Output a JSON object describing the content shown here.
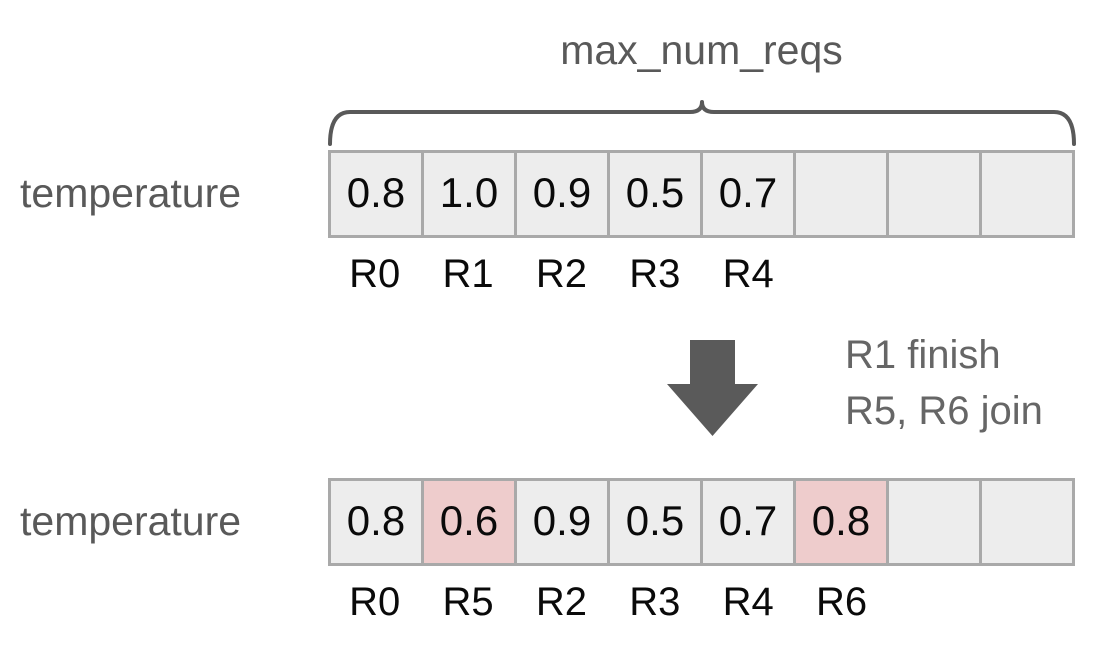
{
  "diagram": {
    "brace_caption": "max_num_reqs",
    "before": {
      "row_label": "temperature",
      "cells": [
        {
          "value": "0.8",
          "highlight": false
        },
        {
          "value": "1.0",
          "highlight": false
        },
        {
          "value": "0.9",
          "highlight": false
        },
        {
          "value": "0.5",
          "highlight": false
        },
        {
          "value": "0.7",
          "highlight": false
        },
        {
          "value": "",
          "highlight": false
        },
        {
          "value": "",
          "highlight": false
        },
        {
          "value": "",
          "highlight": false
        }
      ],
      "ticks": [
        "R0",
        "R1",
        "R2",
        "R3",
        "R4",
        "",
        "",
        ""
      ]
    },
    "after": {
      "row_label": "temperature",
      "cells": [
        {
          "value": "0.8",
          "highlight": false
        },
        {
          "value": "0.6",
          "highlight": true
        },
        {
          "value": "0.9",
          "highlight": false
        },
        {
          "value": "0.5",
          "highlight": false
        },
        {
          "value": "0.7",
          "highlight": false
        },
        {
          "value": "0.8",
          "highlight": true
        },
        {
          "value": "",
          "highlight": false
        },
        {
          "value": "",
          "highlight": false
        }
      ],
      "ticks": [
        "R0",
        "R5",
        "R2",
        "R3",
        "R4",
        "R6",
        "",
        ""
      ]
    },
    "transition": {
      "arrow_icon": "arrow-down-icon",
      "lines": [
        "R1 finish",
        "R5, R6 join"
      ]
    },
    "colors": {
      "cell_fill": "#ededed",
      "cell_highlight": "#eecccc",
      "cell_border": "#a9a9a9",
      "label_text": "#595959",
      "note_text": "#666666",
      "value_text": "#0a0a0a",
      "arrow_fill": "#5a5a5a",
      "brace_stroke": "#595959",
      "background": "#ffffff"
    }
  }
}
